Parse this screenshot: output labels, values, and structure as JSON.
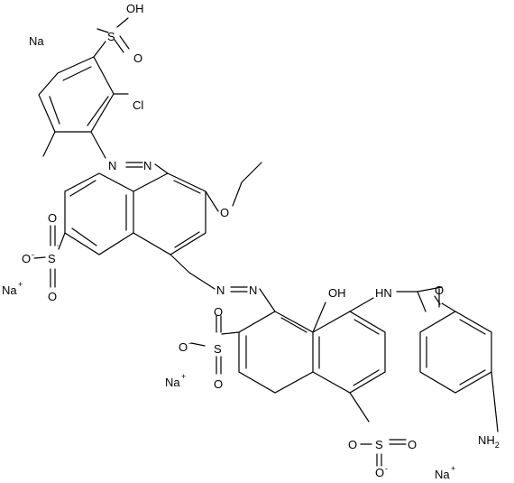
{
  "molecule": {
    "bonds": {
      "sulfo_left": "bonds",
      "sulfo_top": "bonds",
      "sulfo_mid": "bonds",
      "sulfo_bottom": "bonds",
      "amide": "bonds",
      "ethoxy": "bonds"
    },
    "labels": {
      "oh_top": "OH",
      "s_top": "S",
      "o_top": "O",
      "na_top": "Na",
      "cl": "Cl",
      "azo_n1": "N",
      "azo_n2": "N",
      "o_ethoxy": "O",
      "o_left_up": "O",
      "s_left": "S",
      "o_minus_left": "O",
      "o_left_down": "O",
      "na_left": "Na",
      "azo_n3": "N",
      "azo_n4": "N",
      "oh_mid": "OH",
      "nh": "HN",
      "o_amide": "O",
      "o_minus_mid": "O",
      "s_mid": "S",
      "o_mid_down": "O",
      "o_mid_up": "O",
      "na_mid": "Na",
      "s_bottom": "S",
      "o_bottom_left": "O",
      "o_bottom_right": "O",
      "o_minus_bottom": "O",
      "nh2": "NH",
      "nh2_sub": "2",
      "na_bottom": "Na"
    },
    "charges": {
      "plus": "+",
      "minus": "-"
    }
  }
}
